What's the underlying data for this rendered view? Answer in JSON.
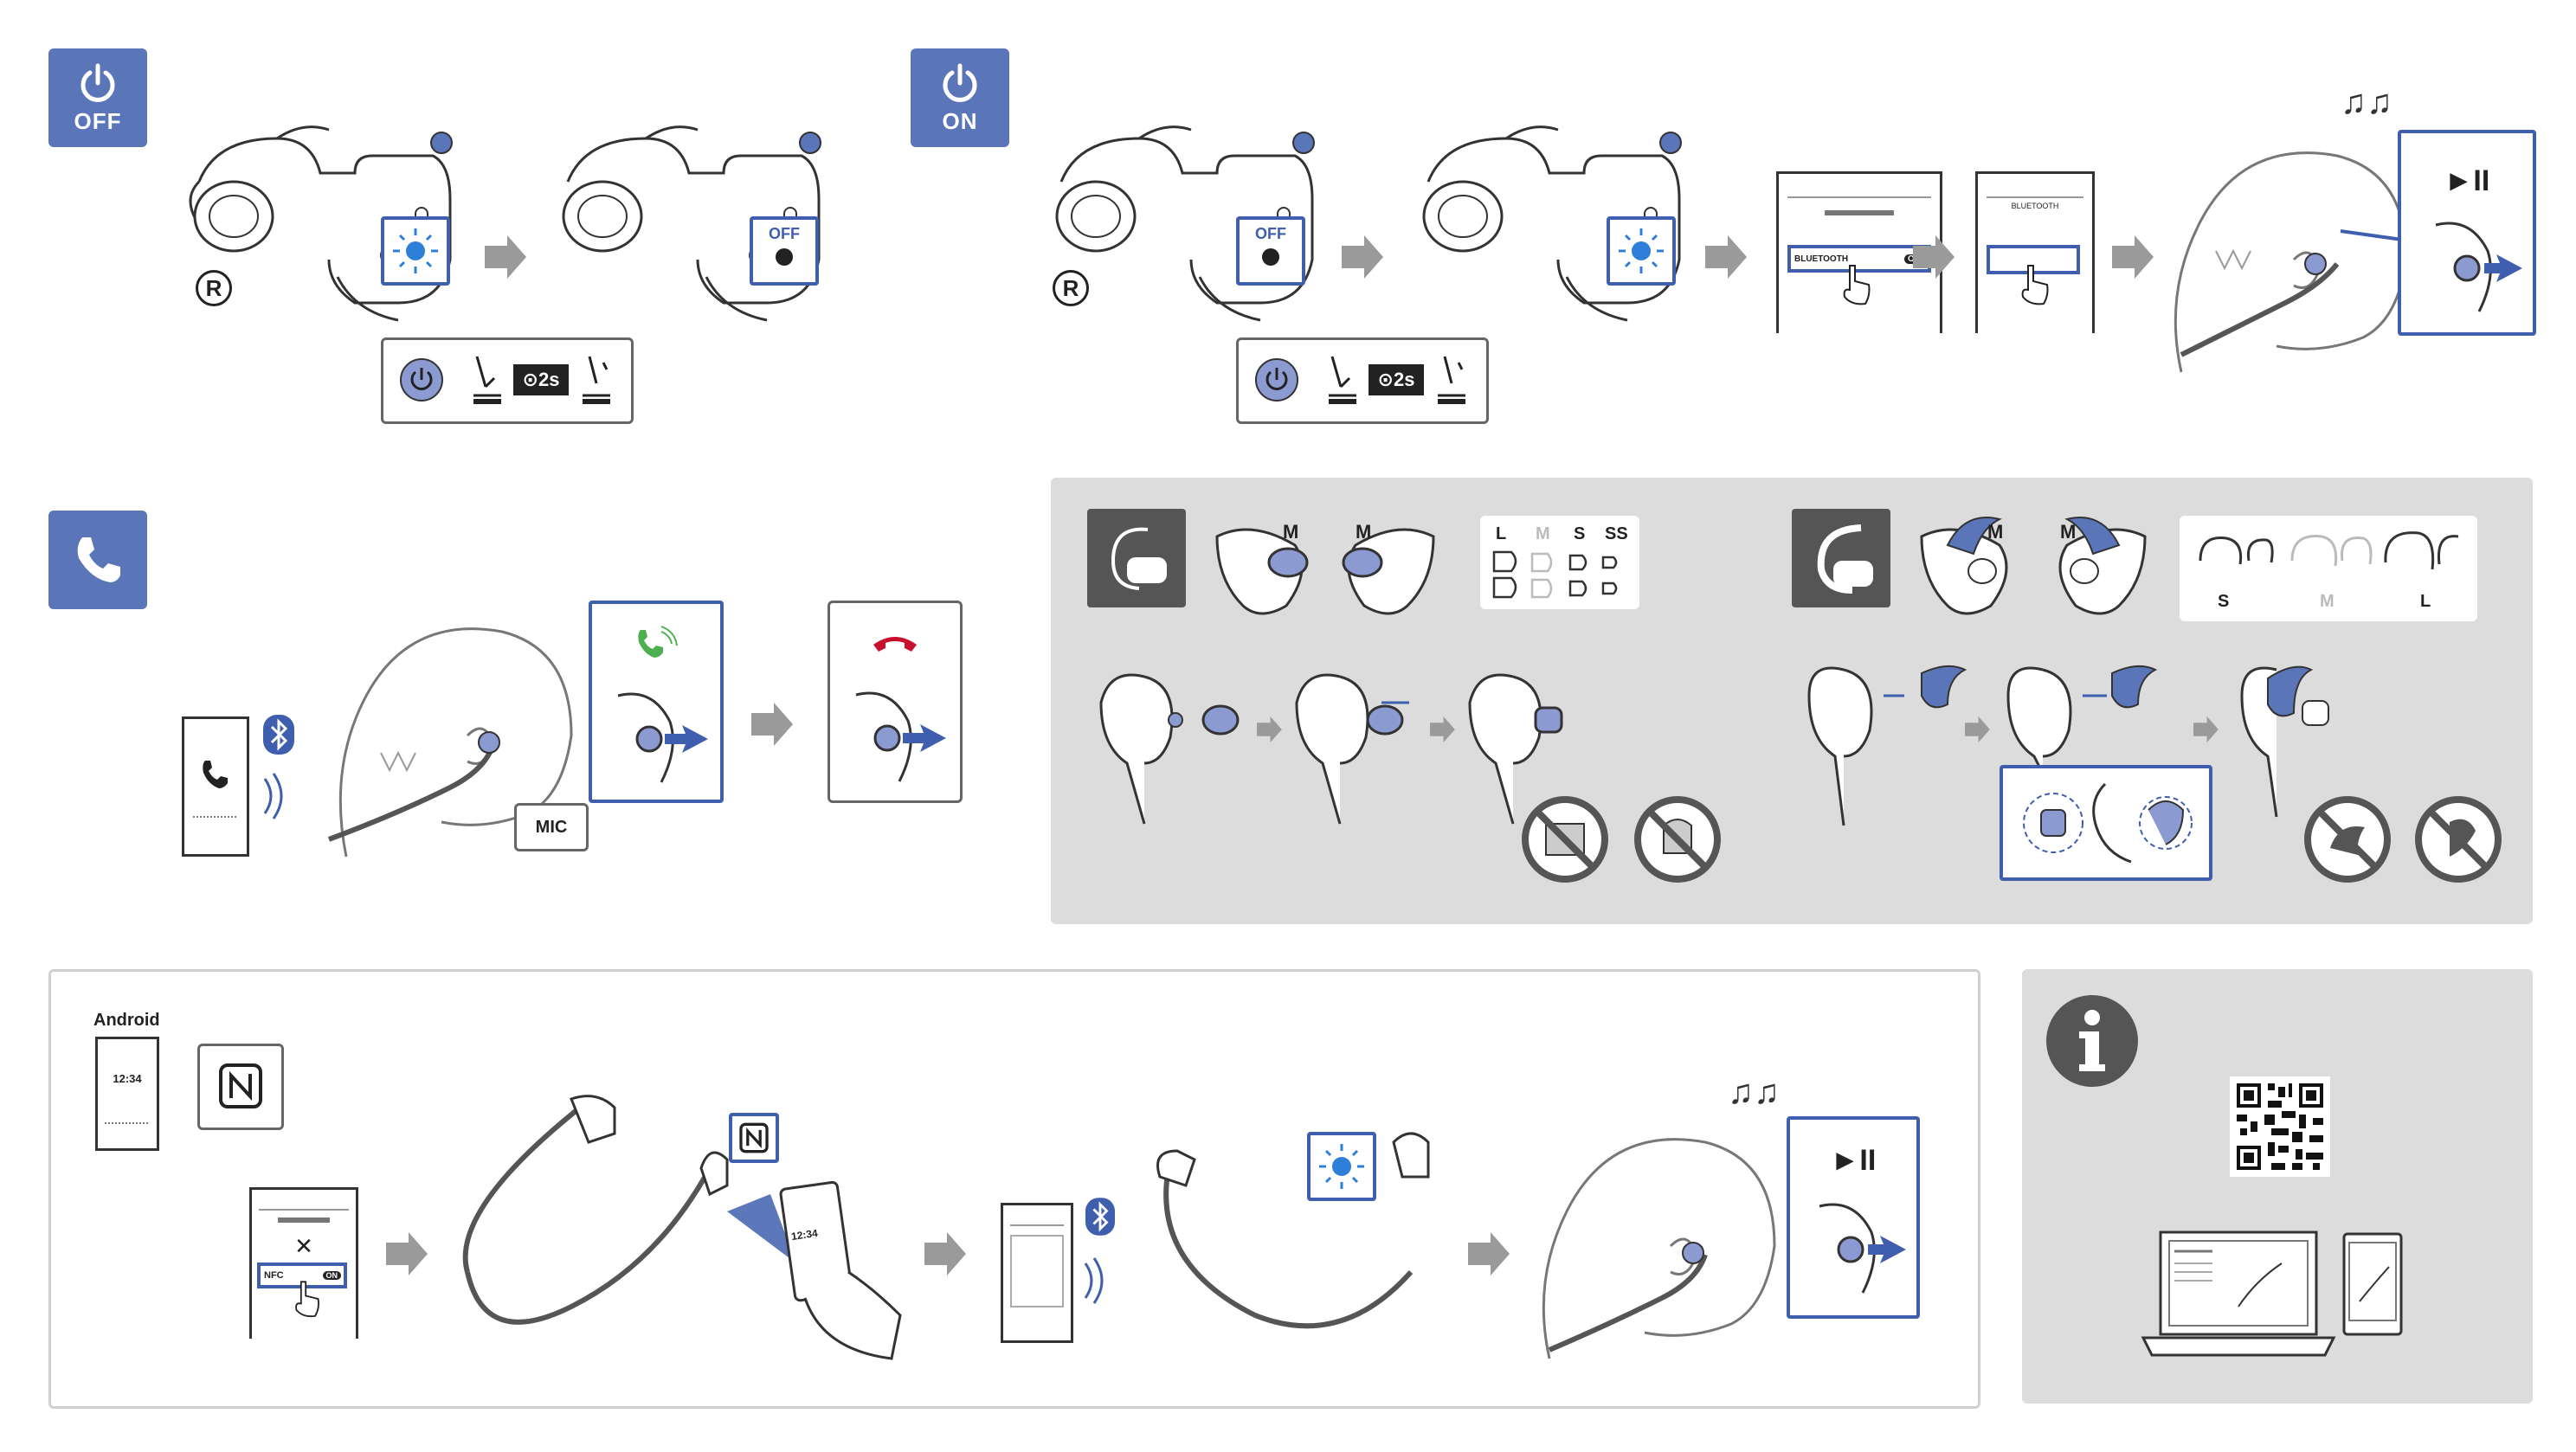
{
  "sections": {
    "power_off": {
      "label": "OFF",
      "indicator_text": "OFF",
      "symbol": "R",
      "press_duration": "2s"
    },
    "power_on": {
      "label": "ON",
      "indicator_text": "OFF",
      "symbol": "R",
      "press_duration": "2s",
      "phone_screen_1_text": "BLUETOOTH",
      "phone_toggle_text": "ON",
      "phone_screen_2_title": "BLUETOOTH",
      "play_pause_symbol": "►II"
    },
    "call": {
      "mic_label": "MIC"
    },
    "fit": {
      "earbud_size_label": "M",
      "tip_sizes": [
        "L",
        "M",
        "S",
        "SS"
      ],
      "fin_sizes": [
        "S",
        "M",
        "L"
      ]
    },
    "nfc": {
      "os_label": "Android",
      "phone_time": "12:34",
      "nfc_toggle_label": "NFC",
      "nfc_toggle_state": "ON",
      "play_pause_symbol": "►II"
    },
    "info": {}
  },
  "colors": {
    "accent_blue": "#3f5fae",
    "tile_blue": "#5b76b8",
    "fill_blue": "#8b9bd2",
    "indicator_blue": "#2e7fd9",
    "call_green": "#4caf50",
    "hangup_red": "#c8102e",
    "grey_panel": "#dcdcdc",
    "arrow_grey": "#9a9a9a"
  },
  "icons": [
    "power-icon",
    "phone-icon",
    "info-icon",
    "bluetooth-icon",
    "nfc-icon",
    "music-note-icon",
    "play-pause-icon",
    "qr-code"
  ]
}
